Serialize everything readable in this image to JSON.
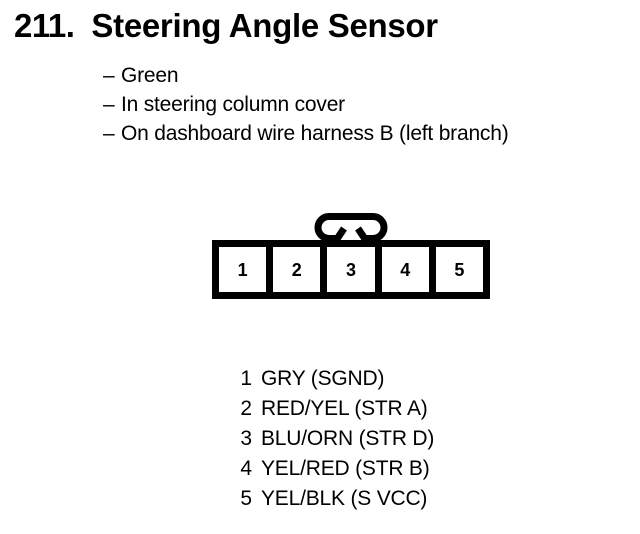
{
  "page": {
    "background_color": "#ffffff",
    "ink_color": "#000000"
  },
  "header": {
    "number": "211.",
    "title": "Steering Angle Sensor"
  },
  "bullets": {
    "dash": "–",
    "items": [
      {
        "text": "Green"
      },
      {
        "text": "In steering column cover"
      },
      {
        "text": "On dashboard wire harness B (left branch)"
      }
    ]
  },
  "connector": {
    "latch_icon": "connector-latch-tab",
    "pin_count": 5,
    "pins": [
      {
        "number": "1"
      },
      {
        "number": "2"
      },
      {
        "number": "3"
      },
      {
        "number": "4"
      },
      {
        "number": "5"
      }
    ]
  },
  "pin_legend": {
    "rows": [
      {
        "pin": "1",
        "description": "GRY (SGND)"
      },
      {
        "pin": "2",
        "description": "RED/YEL (STR A)"
      },
      {
        "pin": "3",
        "description": "BLU/ORN (STR D)"
      },
      {
        "pin": "4",
        "description": "YEL/RED (STR B)"
      },
      {
        "pin": "5",
        "description": "YEL/BLK (S VCC)"
      }
    ]
  }
}
